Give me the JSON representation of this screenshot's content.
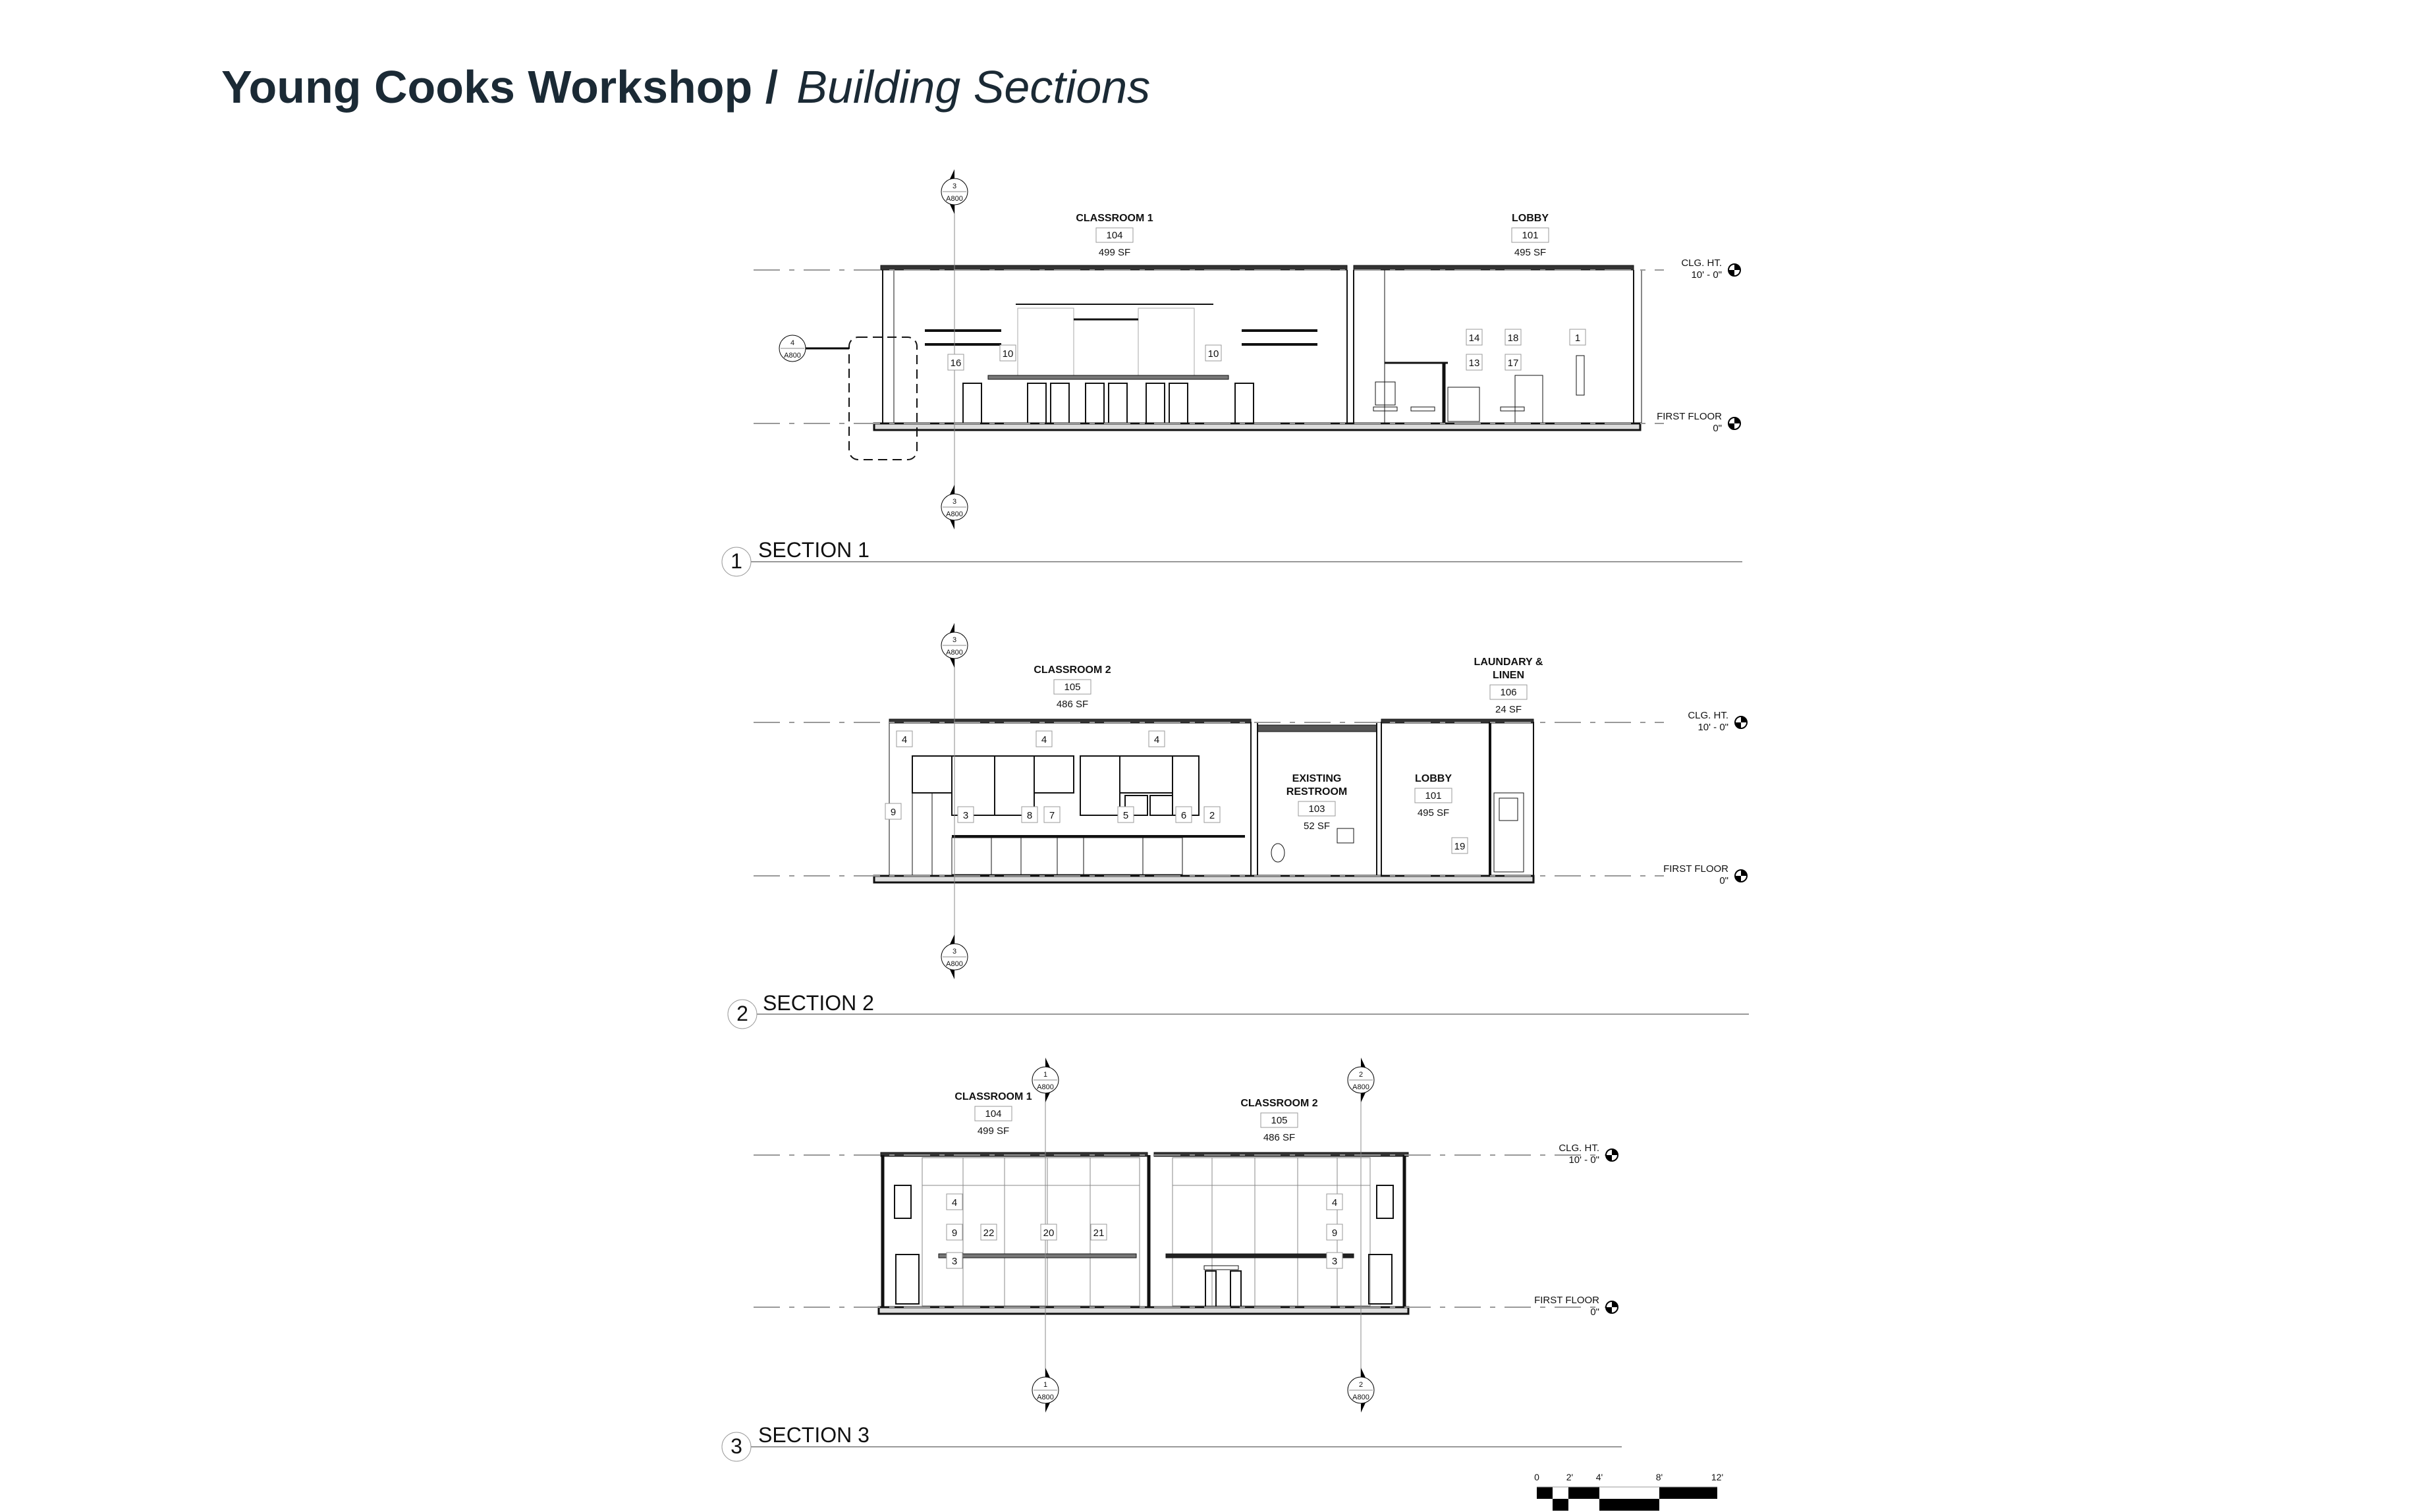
{
  "title": {
    "main": "Young Cooks Workshop /",
    "sub": "Building Sections"
  },
  "levels": {
    "ceiling_name": "CLG. HT.",
    "ceiling_elev": "10' - 0\"",
    "floor_name": "FIRST FLOOR",
    "floor_elev": "0\""
  },
  "sections": [
    {
      "number": "1",
      "title": "SECTION 1",
      "rooms": [
        {
          "name_lines": [
            "CLASSROOM 1"
          ],
          "number": "104",
          "area": "499 SF"
        },
        {
          "name_lines": [
            "LOBBY"
          ],
          "number": "101",
          "area": "495 SF"
        }
      ],
      "tags": [
        "10",
        "16",
        "10",
        "14",
        "13",
        "18",
        "17",
        "1"
      ],
      "markers": [
        {
          "num": "3",
          "sheet": "A800"
        },
        {
          "num": "3",
          "sheet": "A800"
        },
        {
          "num": "4",
          "sheet": "A800"
        }
      ]
    },
    {
      "number": "2",
      "title": "SECTION 2",
      "rooms": [
        {
          "name_lines": [
            "CLASSROOM 2"
          ],
          "number": "105",
          "area": "486 SF"
        },
        {
          "name_lines": [
            "LAUNDARY &",
            "LINEN"
          ],
          "number": "106",
          "area": "24 SF"
        },
        {
          "name_lines": [
            "EXISTING",
            "RESTROOM"
          ],
          "number": "103",
          "area": "52 SF"
        },
        {
          "name_lines": [
            "LOBBY"
          ],
          "number": "101",
          "area": "495 SF"
        }
      ],
      "tags": [
        "4",
        "4",
        "4",
        "9",
        "3",
        "8",
        "7",
        "5",
        "6",
        "2",
        "19"
      ],
      "markers": [
        {
          "num": "3",
          "sheet": "A800"
        },
        {
          "num": "3",
          "sheet": "A800"
        }
      ]
    },
    {
      "number": "3",
      "title": "SECTION 3",
      "rooms": [
        {
          "name_lines": [
            "CLASSROOM 1"
          ],
          "number": "104",
          "area": "499 SF"
        },
        {
          "name_lines": [
            "CLASSROOM 2"
          ],
          "number": "105",
          "area": "486 SF"
        }
      ],
      "tags": [
        "4",
        "9",
        "22",
        "20",
        "21",
        "3",
        "4",
        "9",
        "3"
      ],
      "markers": [
        {
          "num": "1",
          "sheet": "A800"
        },
        {
          "num": "1",
          "sheet": "A800"
        },
        {
          "num": "2",
          "sheet": "A800"
        },
        {
          "num": "2",
          "sheet": "A800"
        }
      ]
    }
  ],
  "scale_bar": {
    "labels": [
      "0",
      "2'",
      "4'",
      "8'",
      "12'"
    ]
  }
}
